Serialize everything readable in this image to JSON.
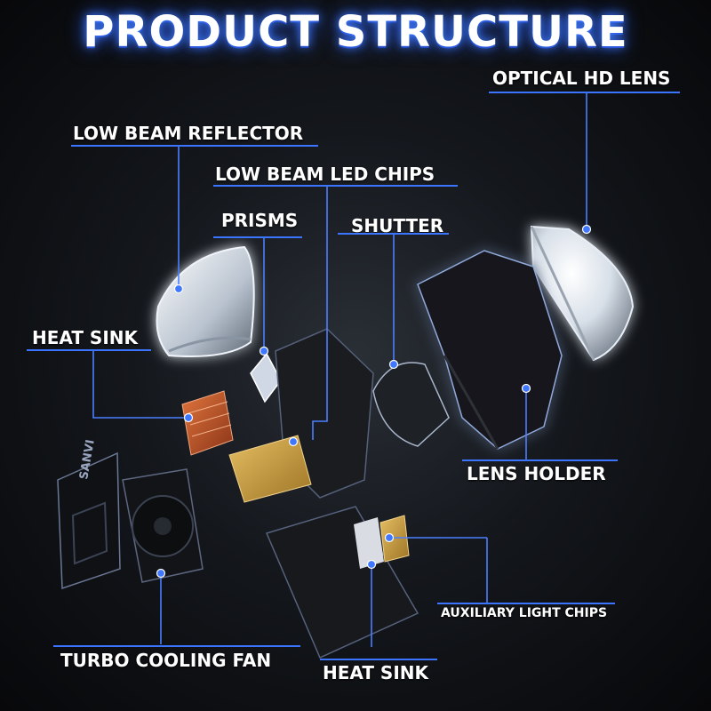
{
  "title": "PRODUCT STRUCTURE",
  "labels": {
    "optical_hd_lens": "OPTICAL HD LENS",
    "low_beam_reflector": "LOW BEAM REFLECTOR",
    "low_beam_led_chips": "LOW BEAM LED CHIPS",
    "prisms": "PRISMS",
    "shutter": "SHUTTER",
    "heat_sink_top": "HEAT SINK",
    "lens_holder": "LENS HOLDER",
    "auxiliary_light_chips": "AUXILIARY LIGHT CHIPS",
    "turbo_cooling_fan": "TURBO COOLING FAN",
    "heat_sink_bottom": "HEAT SINK"
  },
  "brand_mark": "SANVI",
  "colors": {
    "accent_blue": "#3a74ff",
    "leader_line": "#4a7fff",
    "glow": "#9fc0ff",
    "copper": "#c2562b",
    "gold_pcb": "#c99a3c"
  }
}
